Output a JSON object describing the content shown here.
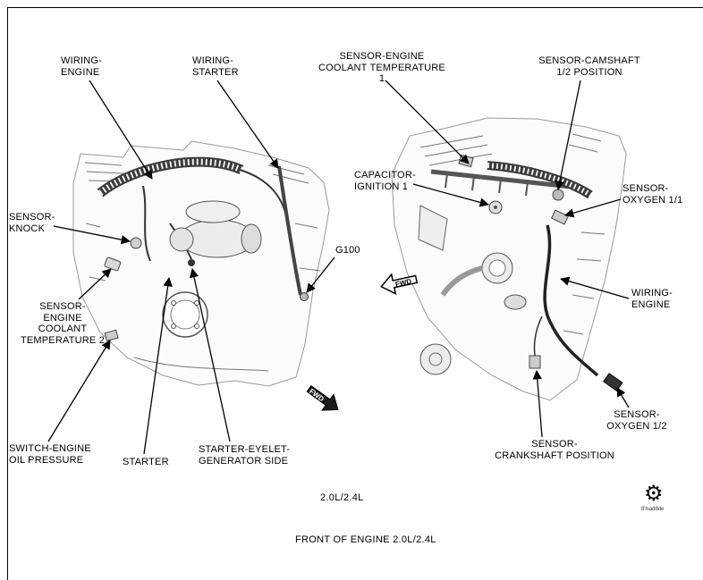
{
  "diagram": {
    "labels": {
      "wiring_engine_left": "WIRING-\nENGINE",
      "wiring_starter": "WIRING-\nSTARTER",
      "sensor_coolant_1": "SENSOR-ENGINE\nCOOLANT TEMPERATURE 1",
      "sensor_camshaft": "SENSOR-CAMSHAFT\n1/2 POSITION",
      "capacitor_ignition": "CAPACITOR-\nIGNITION 1",
      "sensor_oxygen_11": "SENSOR-\nOXYGEN 1/1",
      "sensor_knock": "SENSOR-\nKNOCK",
      "g100": "G100",
      "wiring_engine_right": "WIRING-\nENGINE",
      "sensor_coolant_2": "SENSOR-\nENGINE\nCOOLANT\nTEMPERATURE 2",
      "switch_oil_pressure": "SWITCH-ENGINE\nOIL PRESSURE",
      "starter": "STARTER",
      "starter_eyelet": "STARTER-EYELET-\nGENERATOR SIDE",
      "sensor_oxygen_12": "SENSOR-\nOXYGEN 1/2",
      "sensor_crankshaft": "SENSOR-\nCRANKSHAFT POSITION"
    },
    "captions": {
      "engine_size": "2.0L/2.4L",
      "title": "FRONT OF ENGINE 2.0L/2.4L"
    },
    "fwd_label": "FWD",
    "watermark_glyph": "⚙",
    "watermark": "8'lsad8de"
  }
}
